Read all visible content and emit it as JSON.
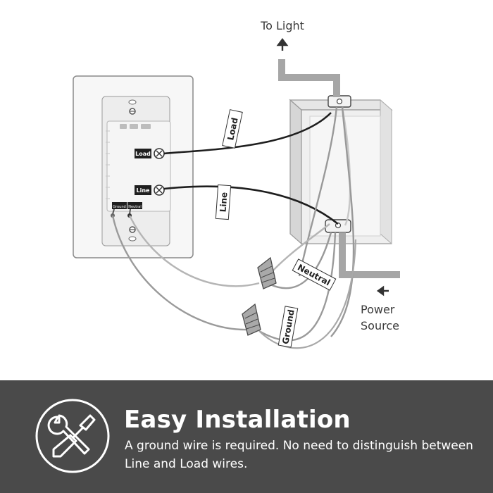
{
  "diagram": {
    "to_light": "To Light",
    "power_source_line1": "Power",
    "power_source_line2": "Source",
    "wire_labels": {
      "load": "Load",
      "line": "Line",
      "neutral": "Neutral",
      "ground": "Ground"
    },
    "switch_terminals": {
      "load": "Load",
      "line": "Line",
      "ground": "Ground",
      "neutral": "Neutral"
    }
  },
  "banner": {
    "title": "Easy Installation",
    "description": "A ground wire is required. No need to distinguish between Line and Load wires.",
    "icon": "tools-icon"
  },
  "colors": {
    "banner_bg": "#4a4a4a",
    "wire_gray": "#9a9a9a",
    "wire_black": "#1e1e1e",
    "nut_gray": "#a8a8a8"
  }
}
